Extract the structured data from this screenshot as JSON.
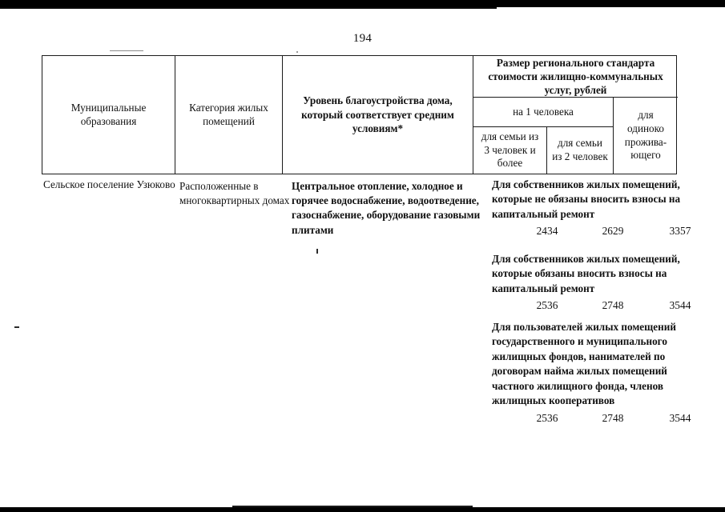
{
  "page": {
    "number": "194"
  },
  "table": {
    "headers": {
      "municipalities": "Муниципальные образования",
      "category": "Категория жилых помещений",
      "level": "Уровень благоустройства дома, который соответствует средним условиям*",
      "size_title": "Размер регионального стандарта стоимости жилищно-коммунальных услуг, рублей",
      "per_person": "на 1 человека",
      "family_3_plus": "для семьи из 3 человек и более",
      "family_2": "для семьи из 2 человек",
      "living_alone": "для одиноко прожива-ющего"
    },
    "row": {
      "municipality": "Сельское поселение Узюково",
      "category": "Расположенные в многоквартирных домах",
      "level": "Центральное отопление, холодное и горячее водоснабжение, водоотведение, газоснабжение, оборудование газовыми плитами",
      "blocks": [
        {
          "label": "Для собственников жилых помещений, которые не обязаны вносить взносы на капитальный ремонт",
          "family_3_plus": "2434",
          "family_2": "2629",
          "living_alone": "3357"
        },
        {
          "label": "Для собственников  жилых помещений, которые обязаны вносить взносы на капитальный ремонт",
          "family_3_plus": "2536",
          "family_2": "2748",
          "living_alone": "3544"
        },
        {
          "label": "Для пользователей жилых помещений государственного и муниципального жилищных фондов, нанимателей по договорам найма жилых помещений частного жилищного фонда, членов жилищных кооперативов",
          "family_3_plus": "2536",
          "family_2": "2748",
          "living_alone": "3544"
        }
      ]
    }
  }
}
